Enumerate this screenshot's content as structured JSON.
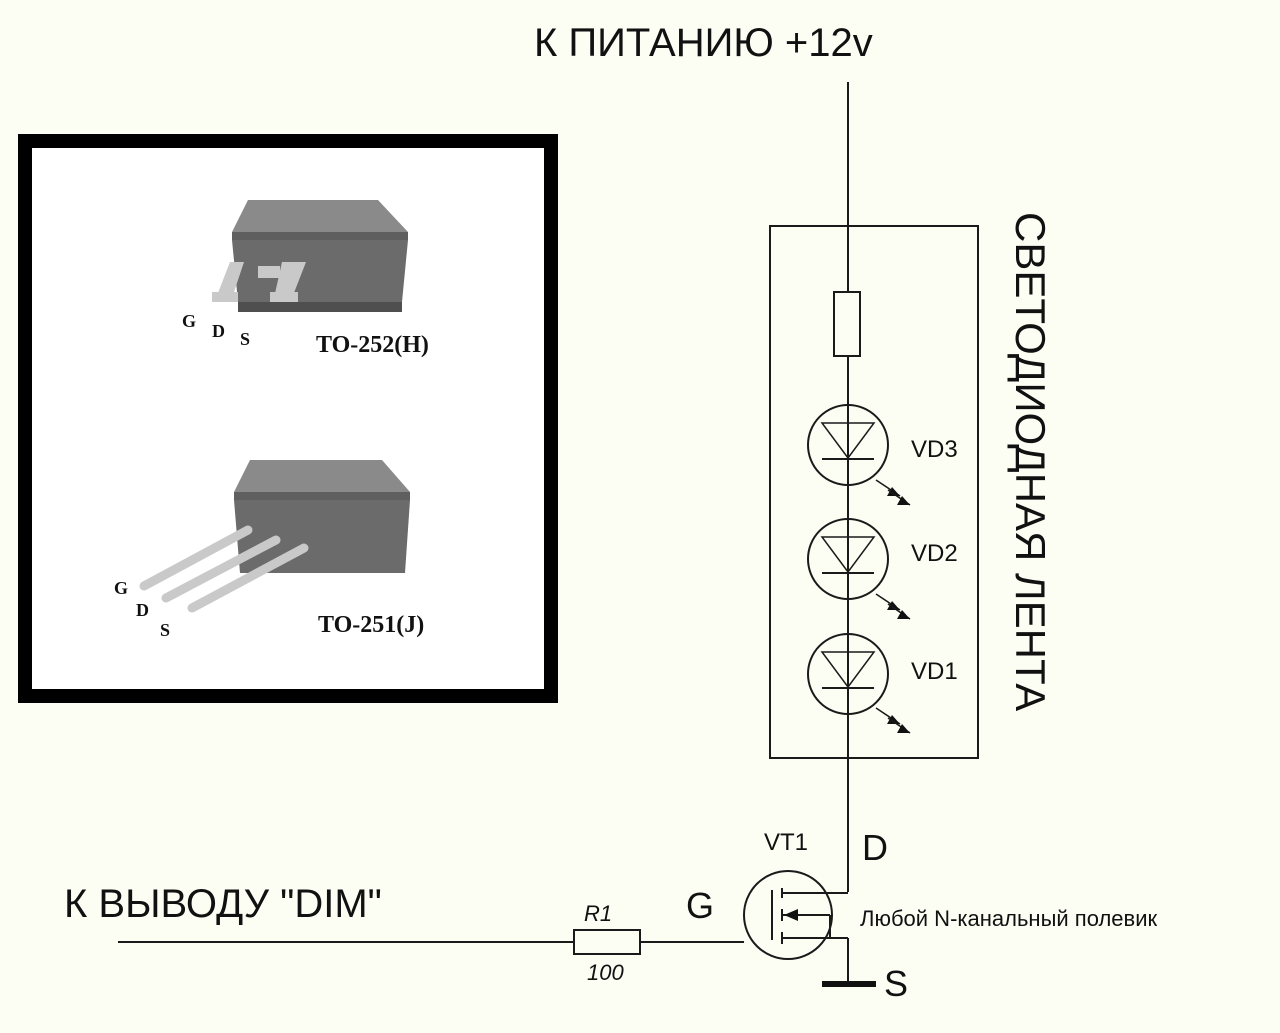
{
  "diagram": {
    "power_label": "К ПИТАНИЮ +12v",
    "dim_label": "К ВЫВОДУ \"DIM\"",
    "strip_label": "СВЕТОДИОДНАЯ ЛЕНТА",
    "leds": [
      "VD3",
      "VD2",
      "VD1"
    ],
    "transistor": {
      "name": "VT1",
      "gate": "G",
      "drain": "D",
      "source": "S",
      "note": "Любой N-канальный полевик"
    },
    "resistor": {
      "name": "R1",
      "value": "100"
    },
    "packages": [
      {
        "name": "TO-252(H)",
        "pins": [
          "G",
          "D",
          "S"
        ]
      },
      {
        "name": "TO-251(J)",
        "pins": [
          "G",
          "D",
          "S"
        ]
      }
    ]
  },
  "colors": {
    "background": "#fcfdf3",
    "package_body": "#6b6b6b",
    "package_top": "#8a8a8a",
    "package_lead": "#c9c9c9",
    "ink": "#1a1a1a"
  }
}
